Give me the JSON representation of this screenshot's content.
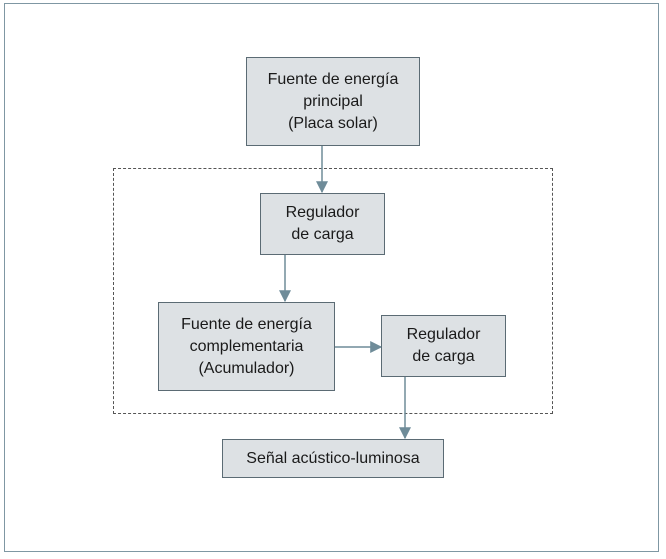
{
  "diagram": {
    "nodes": {
      "main_source": "Fuente de energía\nprincipal\n(Placa solar)",
      "regulator_top": "Regulador\nde carga",
      "complementary_source": "Fuente de energía\ncomplementaria\n(Acumulador)",
      "regulator_right": "Regulador\nde carga",
      "signal": "Señal acústico-luminosa"
    },
    "colors": {
      "node_fill": "#dde1e4",
      "node_border": "#5b6b74",
      "arrow": "#6f8c99",
      "frame": "#7f97a3",
      "dashed": "#555555"
    }
  }
}
